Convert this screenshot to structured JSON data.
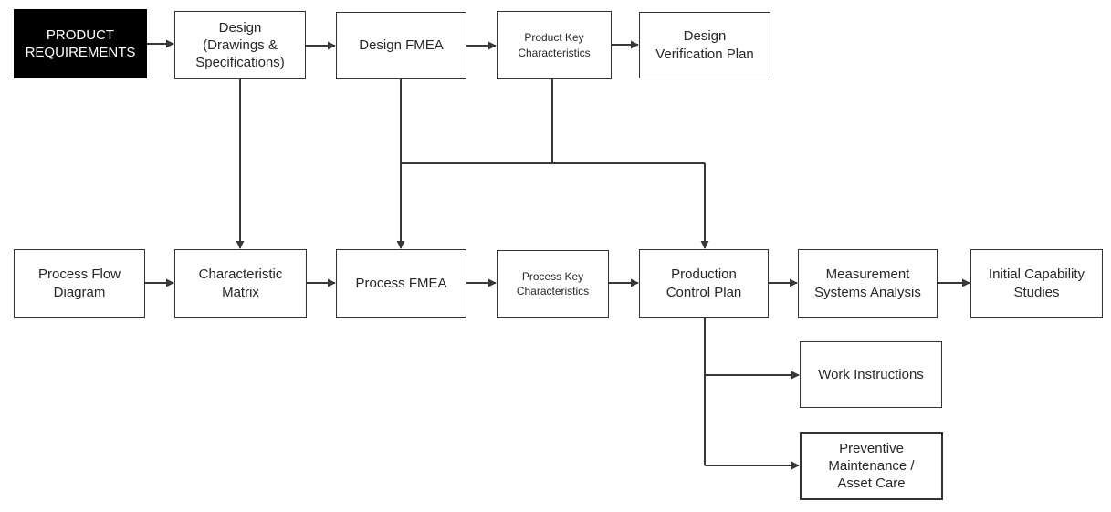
{
  "diagram": {
    "nodes": {
      "product_requirements": "PRODUCT\nREQUIREMENTS",
      "design": "Design\n(Drawings &\nSpecifications)",
      "design_fmea": "Design FMEA",
      "product_key_characteristics": "Product Key\nCharacteristics",
      "design_verification_plan": "Design\nVerification Plan",
      "process_flow_diagram": "Process Flow\nDiagram",
      "characteristic_matrix": "Characteristic\nMatrix",
      "process_fmea": "Process FMEA",
      "process_key_characteristics": "Process Key\nCharacteristics",
      "production_control_plan": "Production\nControl Plan",
      "measurement_systems_analysis": "Measurement\nSystems Analysis",
      "initial_capability_studies": "Initial Capability\nStudies",
      "work_instructions": "Work Instructions",
      "preventive_maintenance": "Preventive\nMaintenance /\nAsset Care"
    },
    "colors": {
      "background": "#ffffff",
      "box_fill": "#ffffff",
      "box_border": "#333333",
      "text": "#262626",
      "highlight_fill": "#000000",
      "highlight_text": "#ffffff",
      "connector": "#383838"
    }
  }
}
